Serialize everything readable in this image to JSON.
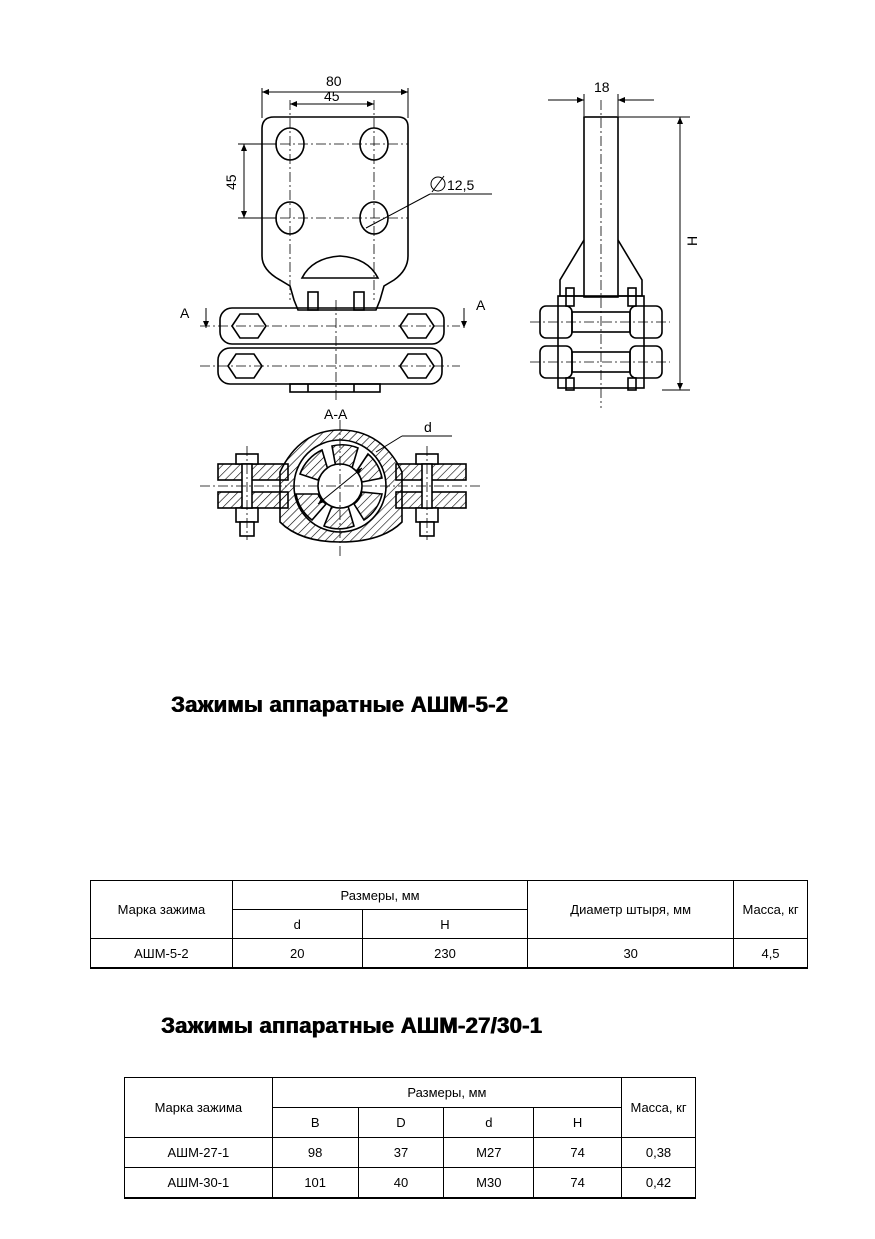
{
  "drawing": {
    "dim_width": "80",
    "dim_hole_spacing_h": "45",
    "dim_hole_spacing_v": "45",
    "dim_hole_dia": "12,5",
    "dim_thickness": "18",
    "dim_height": "H",
    "section_mark": "A",
    "section_title": "А-А",
    "dim_diameter": "d"
  },
  "section1": {
    "title": "Зажимы аппаратные АШМ-5-2",
    "table": {
      "col_mark": "Марка зажима",
      "col_sizes": "Размеры, мм",
      "col_d": "d",
      "col_h": "H",
      "col_pin": "Диаметр штыря, мм",
      "col_mass": "Масса, кг",
      "rows": [
        {
          "mark": "АШМ-5-2",
          "d": "20",
          "h": "230",
          "pin": "30",
          "mass": "4,5"
        }
      ]
    }
  },
  "section2": {
    "title": "Зажимы аппаратные АШМ-27/30-1",
    "table": {
      "col_mark": "Марка зажима",
      "col_sizes": "Размеры, мм",
      "col_b": "B",
      "col_D": "D",
      "col_d": "d",
      "col_h": "H",
      "col_mass": "Масса, кг",
      "rows": [
        {
          "mark": "АШМ-27-1",
          "b": "98",
          "D": "37",
          "d": "M27",
          "h": "74",
          "mass": "0,38"
        },
        {
          "mark": "АШМ-30-1",
          "b": "101",
          "D": "40",
          "d": "M30",
          "h": "74",
          "mass": "0,42"
        }
      ]
    }
  }
}
